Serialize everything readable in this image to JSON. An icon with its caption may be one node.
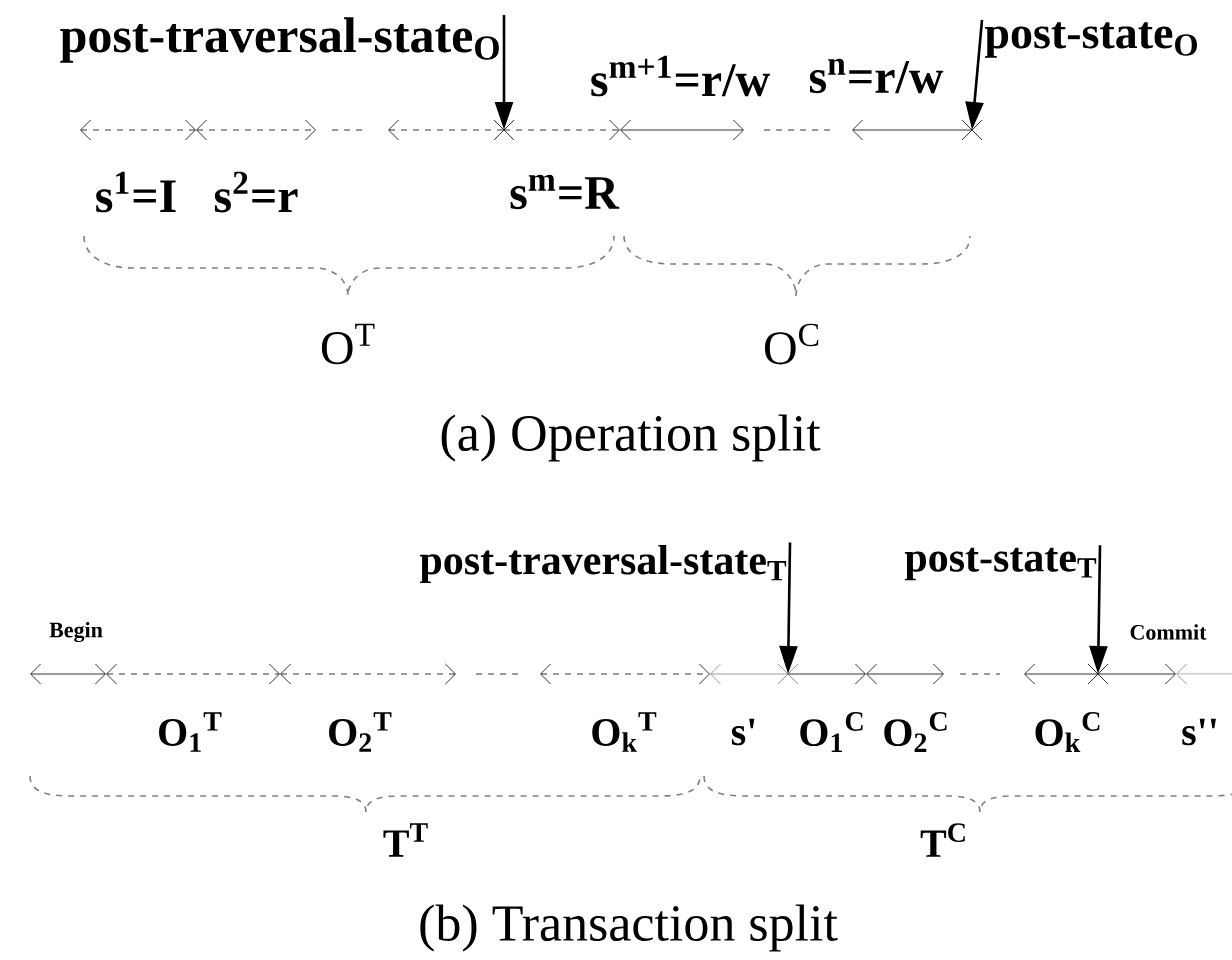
{
  "diagram": {
    "nodes": [
      {
        "text": [
          "post-traversal-state$_{O}$"
        ]
      },
      {
        "text": [
          "post-state$_{O}$"
        ]
      },
      {
        "text": [
          "post-traversal-state$_{T}$"
        ]
      },
      {
        "text": [
          "post-state$_{T}$"
        ]
      },
      {
        "text": [],
        "shape": "cross"
      },
      {
        "text": [],
        "shape": "cross"
      },
      {
        "text": [],
        "shape": "cross"
      },
      {
        "text": [],
        "shape": "cross"
      }
    ],
    "edges": [
      {
        "from": 0,
        "to": 4,
        "arrow": "to"
      },
      {
        "from": 1,
        "to": 5,
        "arrow": "to"
      },
      {
        "from": 2,
        "to": 6,
        "arrow": "to"
      },
      {
        "from": 3,
        "to": 7,
        "arrow": "to"
      }
    ],
    "labels": [
      "s$^{m+1}$=r/w",
      "s$^{n}$=r/w",
      "s$^{1}$=I",
      "s$^{2}$=r",
      "s$^{m}$=R",
      "O$^{T}$",
      "O$^{C}$",
      "(a) Operation split",
      "Begin",
      "Commit",
      "O$_{1}$$^{T}$",
      "O$_{2}$$^{T}$",
      "O$_{k}$$^{T}$",
      "s'",
      "O$_{1}$$^{C}$",
      "O$_{2}$$^{C}$",
      "O$_{k}$$^{C}$",
      "s''",
      "T$^{T}$",
      "T$^{C}$",
      "(b) Transaction split"
    ]
  }
}
